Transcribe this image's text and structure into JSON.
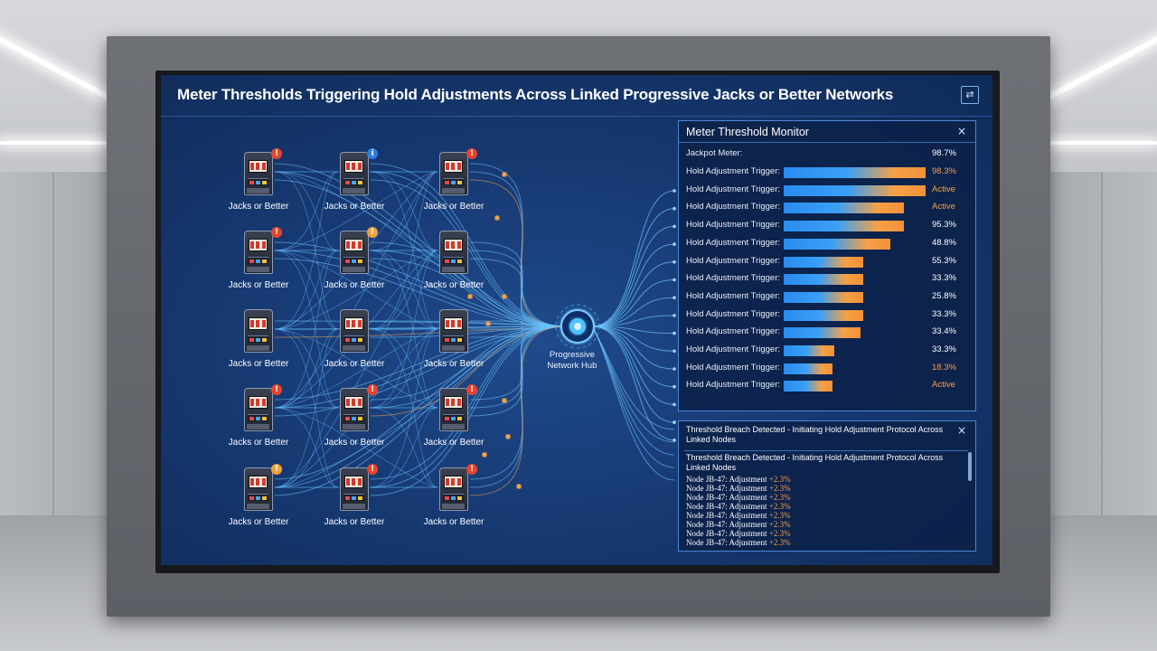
{
  "title": "Meter Thresholds Triggering Hold Adjustments Across Linked Progressive Jacks or Better Networks",
  "title_button": "⇄",
  "machines": [
    {
      "label": "Jacks or Better",
      "badge": "alert"
    },
    {
      "label": "Jacks or Better",
      "badge": "info"
    },
    {
      "label": "Jacks or Better",
      "badge": "alert"
    },
    {
      "label": "Jacks or Better",
      "badge": "alert"
    },
    {
      "label": "Jacks or Better",
      "badge": "warn"
    },
    {
      "label": "Jacks or Better",
      "badge": "none"
    },
    {
      "label": "Jacks or Better",
      "badge": "none"
    },
    {
      "label": "Jacks or Better",
      "badge": "none"
    },
    {
      "label": "Jacks or Better",
      "badge": "none"
    },
    {
      "label": "Jacks or Better",
      "badge": "alert"
    },
    {
      "label": "Jacks or Better",
      "badge": "alert"
    },
    {
      "label": "Jacks or Better",
      "badge": "alert"
    },
    {
      "label": "Jacks or Better",
      "badge": "warn"
    },
    {
      "label": "Jacks or Better",
      "badge": "alert"
    },
    {
      "label": "Jacks or Better",
      "badge": "alert"
    }
  ],
  "hub": {
    "line1": "Progressive",
    "line2": "Network Hub"
  },
  "monitor": {
    "title": "Meter Threshold Monitor",
    "close": "×",
    "jackpot_label": "Jackpot Meter:",
    "jackpot_value": "98.7%",
    "rows": [
      {
        "label": "Hold Adjustment Trigger:",
        "value": "98.3%",
        "level": 0.98,
        "accent": true
      },
      {
        "label": "Hold Adjustment Trigger:",
        "value": "Active",
        "level": 0.98,
        "accent": true
      },
      {
        "label": "Hold Adjustment Trigger:",
        "value": "Active",
        "level": 0.83,
        "accent": true
      },
      {
        "label": "Hold Adjustment Trigger:",
        "value": "95.3%",
        "level": 0.83,
        "accent": false
      },
      {
        "label": "Hold Adjustment Trigger:",
        "value": "48.8%",
        "level": 0.74,
        "accent": false
      },
      {
        "label": "Hold Adjustment Trigger:",
        "value": "55.3%",
        "level": 0.55,
        "accent": false
      },
      {
        "label": "Hold Adjustment Trigger:",
        "value": "33.3%",
        "level": 0.55,
        "accent": false
      },
      {
        "label": "Hold Adjustment Trigger:",
        "value": "25.8%",
        "level": 0.55,
        "accent": false
      },
      {
        "label": "Hold Adjustment Trigger:",
        "value": "33.3%",
        "level": 0.55,
        "accent": false
      },
      {
        "label": "Hold Adjustment Trigger:",
        "value": "33.4%",
        "level": 0.53,
        "accent": false
      },
      {
        "label": "Hold Adjustment Trigger:",
        "value": "33.3%",
        "level": 0.35,
        "accent": false
      },
      {
        "label": "Hold Adjustment Trigger:",
        "value": "18.3%",
        "level": 0.34,
        "accent": true
      },
      {
        "label": "Hold Adjustment Trigger:",
        "value": "Active",
        "level": 0.34,
        "accent": true
      }
    ]
  },
  "log": {
    "header": "Threshold Breach Detected - Initiating Hold Adjustment Protocol Across Linked Nodes",
    "close": "×",
    "first": "Threshold Breach Detected - Initiating Hold Adjustment Protocol Across Linked Nodes",
    "lines": [
      {
        "text": "Node JB-47: Adjustment",
        "pct": "+2.3%"
      },
      {
        "text": "Node JB-47: Adjustment",
        "pct": "+2.3%"
      },
      {
        "text": "Node JB-47: Adjustment",
        "pct": "+2.3%"
      },
      {
        "text": "Node JB-47: Adjustment",
        "pct": "+2.3%"
      },
      {
        "text": "Node JB-47: Adjustment",
        "pct": "+2.3%"
      },
      {
        "text": "Node JB-47: Adjustment",
        "pct": "+2.3%"
      },
      {
        "text": "Node JB-47: Adjustment",
        "pct": "+2.3%"
      },
      {
        "text": "Node JB-47: Adjustment",
        "pct": "+2.3%"
      }
    ]
  },
  "colors": {
    "accent_orange": "#f6a14a",
    "accent_blue": "#3aa0f5",
    "alert_red": "#e8442e"
  }
}
